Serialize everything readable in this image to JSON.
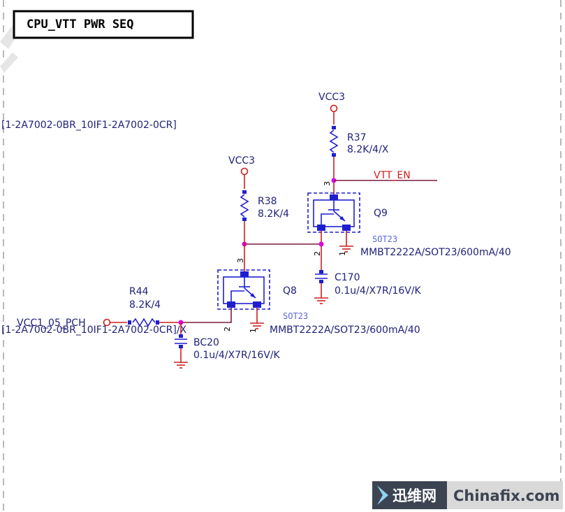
{
  "title": "CPU_VTT PWR SEQ",
  "left_labels": {
    "top": "[1-2A7002-0BR_10IF1-2A7002-0CR]",
    "bottom": "[1-2A7002-0BR_10IF1-2A7002-0CR]/X"
  },
  "nets": {
    "vcc3_a": "VCC3",
    "vcc3_b": "VCC3",
    "vtt_en": "VTT_EN",
    "vcc1_05": "VCC1_05_PCH"
  },
  "components": {
    "r37": {
      "ref": "R37",
      "value": "8.2K/4/X"
    },
    "r38": {
      "ref": "R38",
      "value": "8.2K/4"
    },
    "r44": {
      "ref": "R44",
      "value": "8.2K/4"
    },
    "q9": {
      "ref": "Q9",
      "package": "SOT23",
      "part": "MMBT2222A/SOT23/600mA/40"
    },
    "q8": {
      "ref": "Q8",
      "package": "SOT23",
      "part": "MMBT2222A/SOT23/600mA/40"
    },
    "c170": {
      "ref": "C170",
      "value": "0.1u/4/X7R/16V/K"
    },
    "bc20": {
      "ref": "BC20",
      "value": "0.1u/4/X7R/16V/K"
    }
  },
  "pins": {
    "q9_collector": "3",
    "q9_base": "2",
    "q9_emitter": "1",
    "q8_collector": "3",
    "q8_base": "2",
    "q8_emitter": "1"
  },
  "watermark": {
    "cn": "迅维网",
    "en": "Chinafix.com"
  },
  "colors": {
    "wire": "#cc1f1f",
    "net": "#7a1f3a",
    "symbol": "#1f1fd0",
    "junction": "#e000e0",
    "text": "#1f1f7a"
  }
}
